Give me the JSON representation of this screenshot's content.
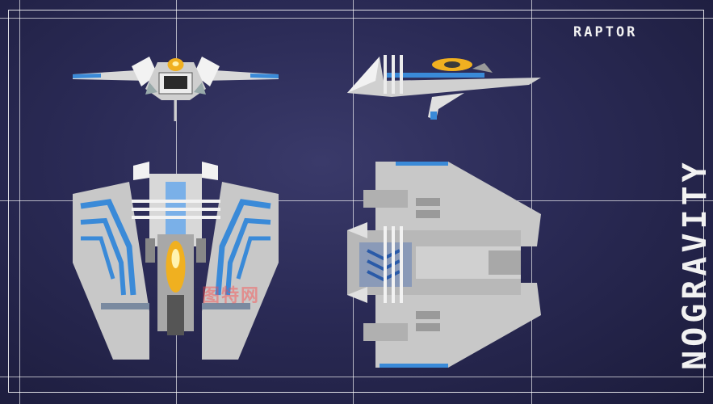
{
  "title": {
    "ship_name": "RAPTOR",
    "game_name": "NOGRAVITY"
  },
  "watermark": "图特网",
  "views": [
    "front-view",
    "side-view",
    "top-view",
    "bottom-view"
  ],
  "colors": {
    "background": "#2a2a55",
    "grid": "#ffffff",
    "hull": "#c8c8c8",
    "accent_blue": "#3a8ad8",
    "cockpit_gold": "#f0b020"
  }
}
